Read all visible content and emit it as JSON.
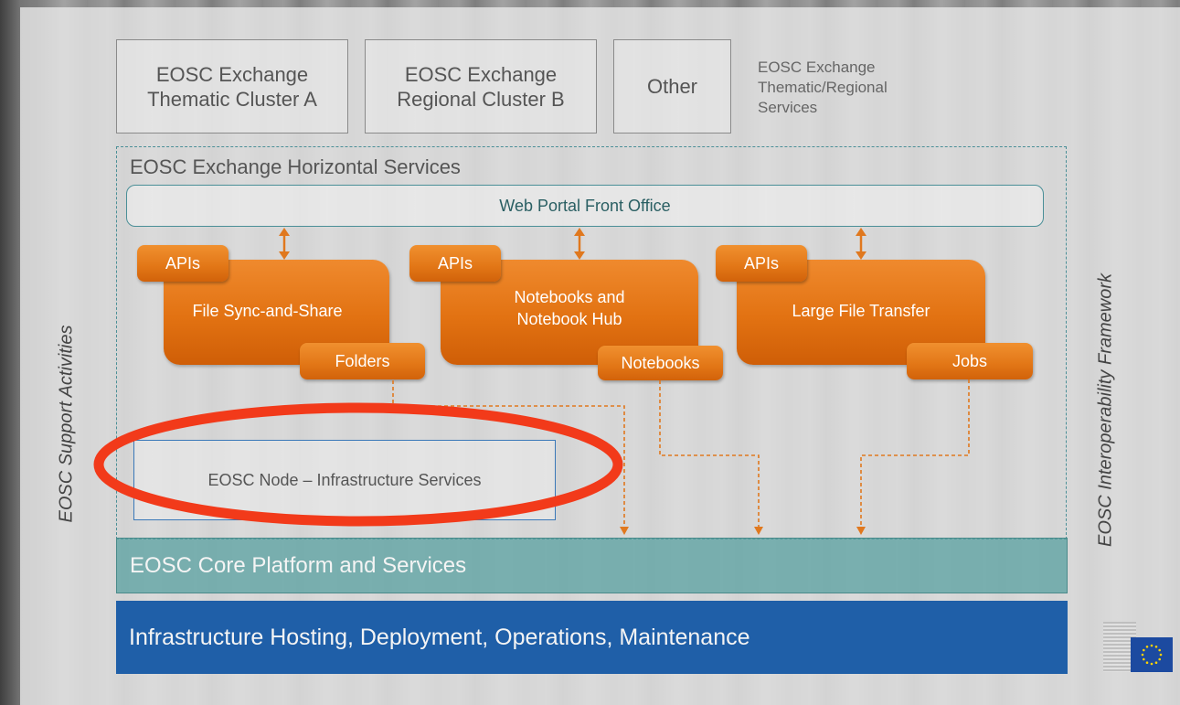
{
  "clusters": [
    {
      "label": "EOSC Exchange\nThematic Cluster A"
    },
    {
      "label": "EOSC Exchange\nRegional Cluster B"
    },
    {
      "label": "Other"
    }
  ],
  "clusters_note": "EOSC Exchange\nThematic/Regional\nServices",
  "horizontal_title": "EOSC Exchange Horizontal Services",
  "portal_label": "Web Portal Front Office",
  "services": [
    {
      "label": "File Sync-and-Share",
      "api_label": "APIs",
      "data_label": "Folders"
    },
    {
      "label": "Notebooks and\nNotebook Hub",
      "api_label": "APIs",
      "data_label": "Notebooks"
    },
    {
      "label": "Large File Transfer",
      "api_label": "APIs",
      "data_label": "Jobs"
    }
  ],
  "node_label": "EOSC Node – Infrastructure Services",
  "core_label": "EOSC Core Platform and Services",
  "infra_label": "Infrastructure Hosting, Deployment, Operations, Maintenance",
  "left_label": "EOSC Support Activities",
  "right_label": "EOSC Interoperability Framework",
  "colors": {
    "service_orange": "#e27212",
    "core_teal": "#58a0a0",
    "infra_blue": "#1f5fa8",
    "highlight_red": "#f23a1a",
    "connector_orange": "#e0781e"
  }
}
